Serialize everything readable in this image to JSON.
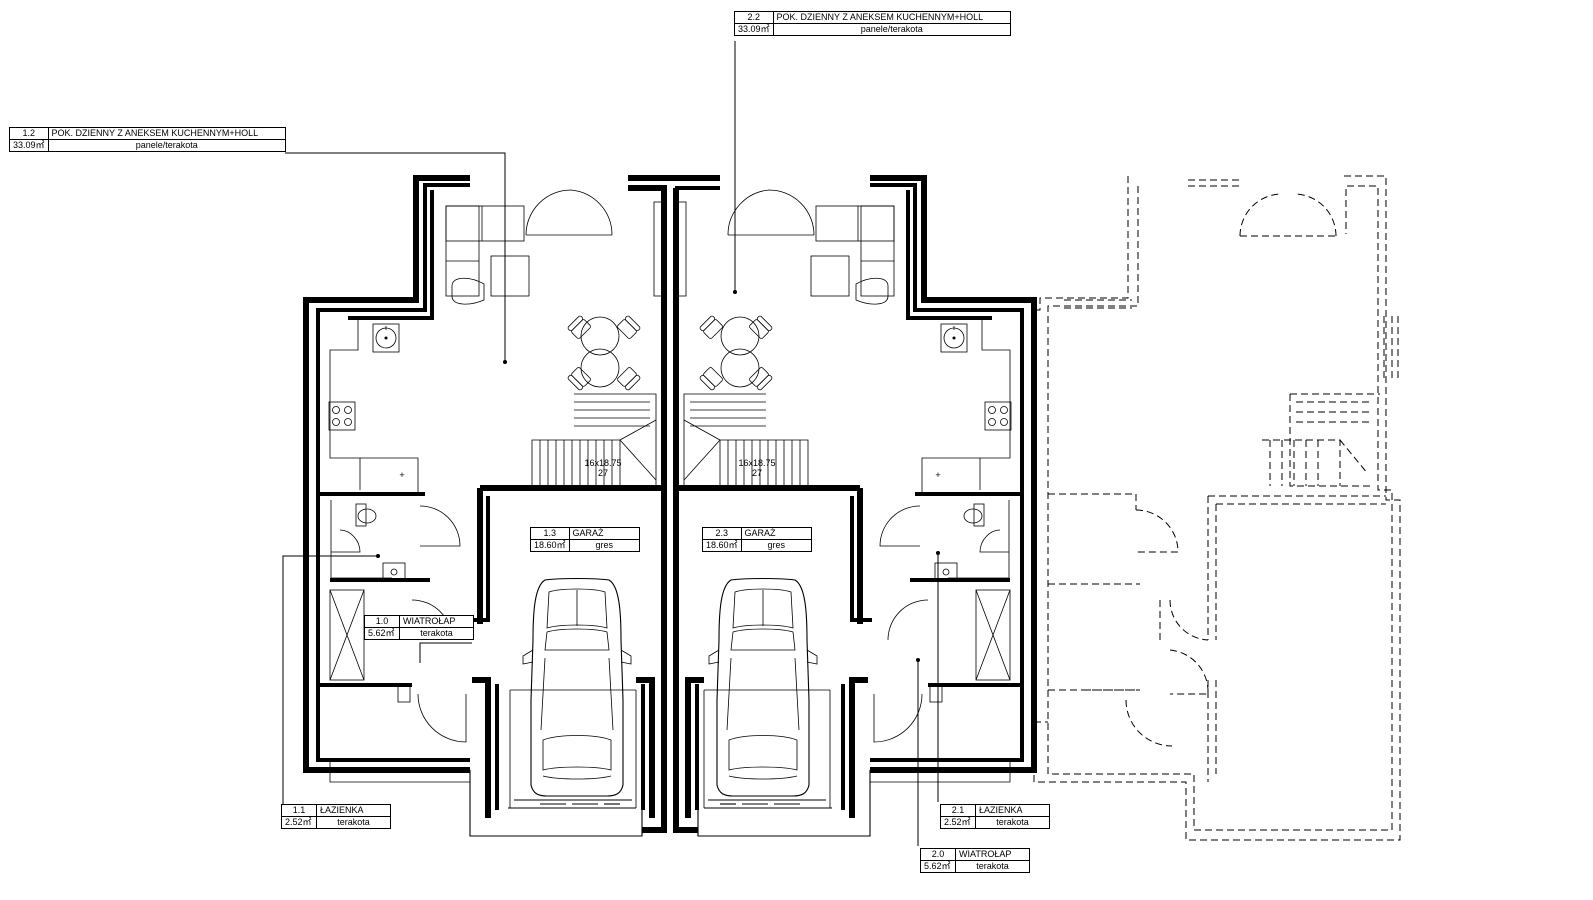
{
  "rooms": [
    {
      "id": "1.2",
      "name": "POK. DZIENNY Z ANEKSEM KUCHENNYM+HOLL",
      "area": "33.09㎡",
      "finish": "panele/terakota"
    },
    {
      "id": "2.2",
      "name": "POK. DZIENNY Z ANEKSEM KUCHENNYM+HOLL",
      "area": "33.09㎡",
      "finish": "panele/terakota"
    },
    {
      "id": "1.3",
      "name": "GARAŻ",
      "area": "18.60㎡",
      "finish": "gres"
    },
    {
      "id": "2.3",
      "name": "GARAŻ",
      "area": "18.60㎡",
      "finish": "gres"
    },
    {
      "id": "1.0",
      "name": "WIATROŁAP",
      "area": "5.62㎡",
      "finish": "terakota"
    },
    {
      "id": "1.1",
      "name": "ŁAZIENKA",
      "area": "2.52㎡",
      "finish": "terakota"
    },
    {
      "id": "2.1",
      "name": "ŁAZIENKA",
      "area": "2.52㎡",
      "finish": "terakota"
    },
    {
      "id": "2.0",
      "name": "WIATROŁAP",
      "area": "5.62㎡",
      "finish": "terakota"
    }
  ],
  "stairs": [
    {
      "size": "16x18.75",
      "count": "27"
    },
    {
      "size": "16x18.75",
      "count": "27"
    }
  ]
}
